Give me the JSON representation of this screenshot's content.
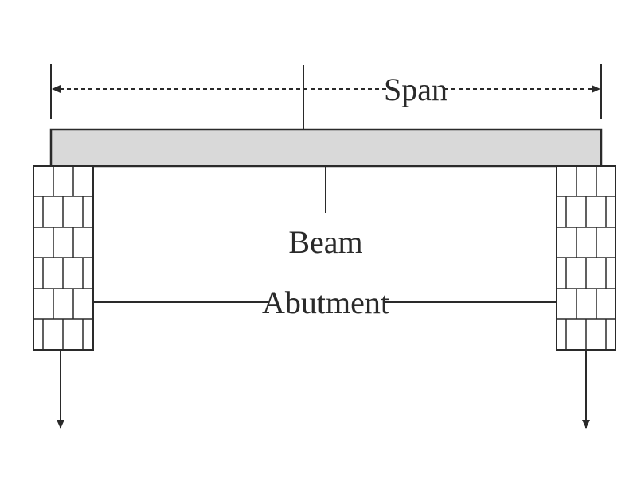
{
  "labels": {
    "span": "Span",
    "beam": "Beam",
    "abutment": "Abutment"
  },
  "colors": {
    "ink": "#2a2a2a",
    "beam_fill": "#d9d9d9",
    "background": "#ffffff"
  }
}
